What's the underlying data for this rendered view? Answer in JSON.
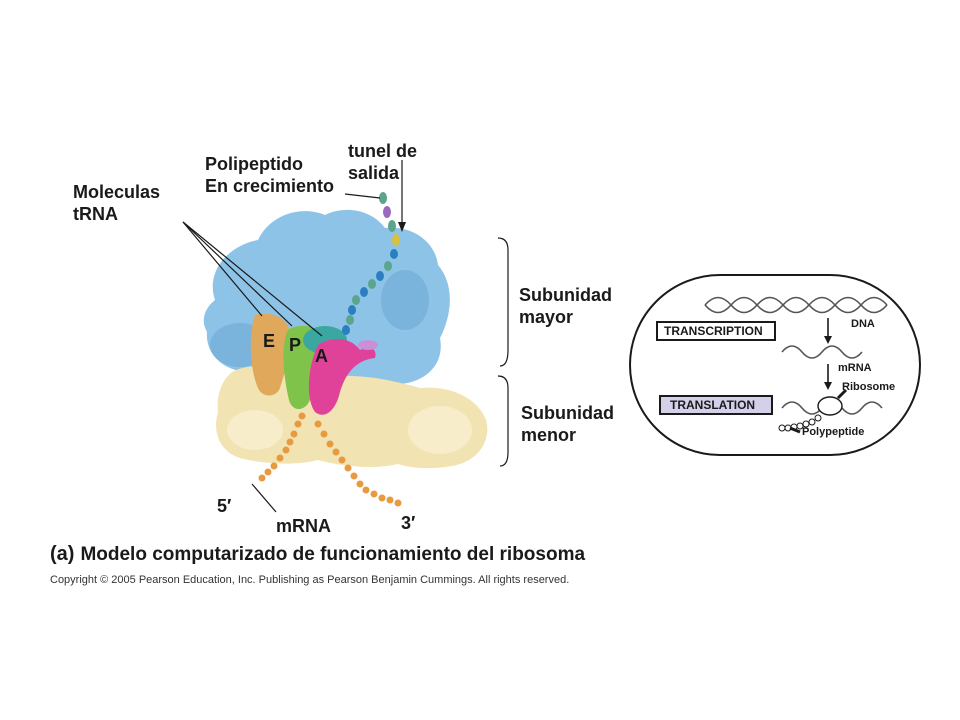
{
  "labels": {
    "trna": [
      "Moleculas",
      "tRNA"
    ],
    "polypeptide": [
      "Polipeptido",
      "En crecimiento"
    ],
    "exit_tunnel": [
      "tunel de",
      "salida"
    ],
    "large_subunit": [
      "Subunidad",
      "mayor"
    ],
    "small_subunit": [
      "Subunidad",
      "menor"
    ],
    "site_e": "E",
    "site_p": "P",
    "site_a": "A",
    "five_prime": "5′",
    "three_prime": "3′",
    "mrna": "mRNA"
  },
  "caption": {
    "letter": "(a)",
    "text": "Modelo computarizado de funcionamiento del ribosoma"
  },
  "copyright": "Copyright © 2005 Pearson Education, Inc. Publishing as Pearson Benjamin Cummings. All rights reserved.",
  "inset": {
    "transcription": "TRANSCRIPTION",
    "translation": "TRANSLATION",
    "dna": "DNA",
    "mrna": "mRNA",
    "ribosome": "Ribosome",
    "polypeptide": "Polypeptide"
  },
  "colors": {
    "large_subunit": "#8ec3e8",
    "small_subunit": "#f2e3b3",
    "trna_e": "#e0a85a",
    "trna_p": "#7fc34a",
    "trna_a": "#e0429a",
    "translation_box": "#d4d0ea"
  }
}
